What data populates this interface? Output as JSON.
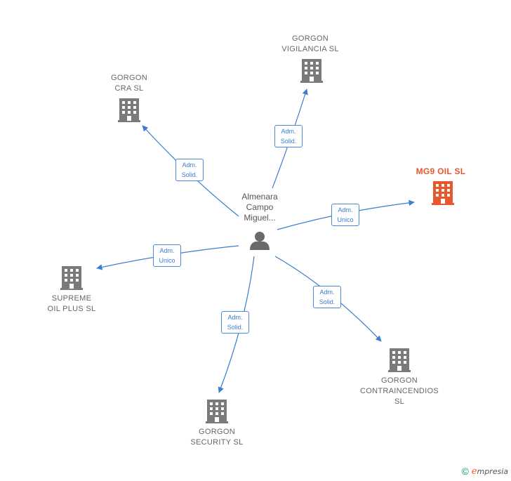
{
  "center": {
    "name": "Almenara\nCampo\nMiguel...",
    "icon": "person-icon"
  },
  "companies": [
    {
      "id": "gorgon-vigilancia",
      "name": "GORGON\nVIGILANCIA  SL",
      "role_line1": "Adm.",
      "role_line2": "Solid.",
      "highlight": false
    },
    {
      "id": "gorgon-cra",
      "name": "GORGON\nCRA  SL",
      "role_line1": "Adm.",
      "role_line2": "Solid.",
      "highlight": false
    },
    {
      "id": "mg9-oil",
      "name": "MG9 OIL  SL",
      "role_line1": "Adm.",
      "role_line2": "Unico",
      "highlight": true
    },
    {
      "id": "supreme-oil-plus",
      "name": "SUPREME\nOIL PLUS  SL",
      "role_line1": "Adm.",
      "role_line2": "Unico",
      "highlight": false
    },
    {
      "id": "gorgon-contraincendios",
      "name": "GORGON\nCONTRAINCENDIOS\nSL",
      "role_line1": "Adm.",
      "role_line2": "Solid.",
      "highlight": false
    },
    {
      "id": "gorgon-security",
      "name": "GORGON\nSECURITY  SL",
      "role_line1": "Adm.",
      "role_line2": "Solid.",
      "highlight": false
    }
  ],
  "colors": {
    "edge": "#3b7dd0",
    "building": "#7a7a7a",
    "building_highlight": "#e8582c",
    "person": "#6a6a6a"
  },
  "footer": {
    "copyright": "©",
    "brand_initial": "e",
    "brand_rest": "mpresia"
  }
}
